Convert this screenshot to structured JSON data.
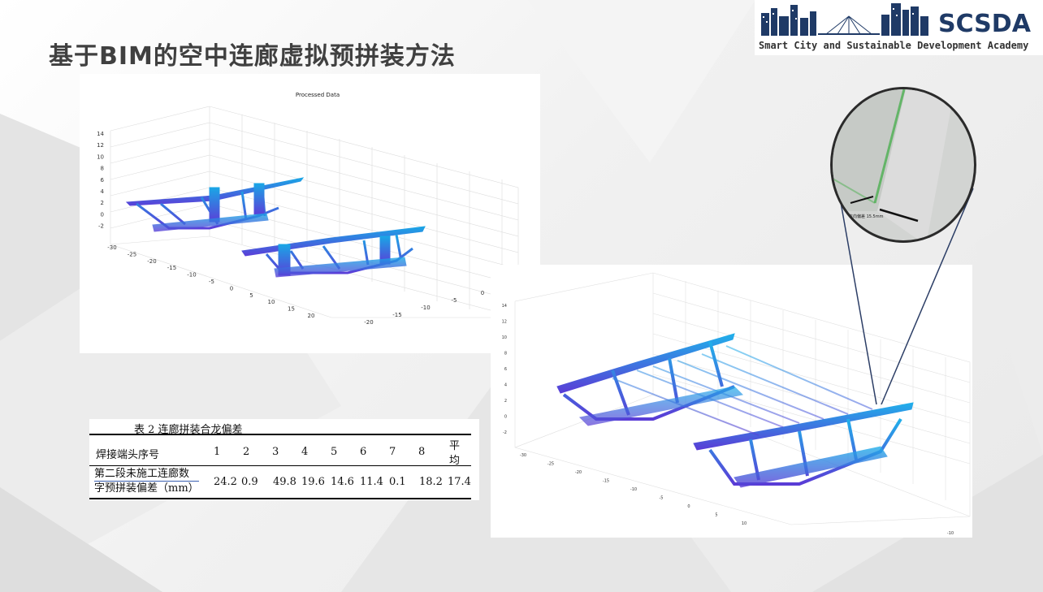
{
  "slide": {
    "title": "基于BIM的空中连廊虚拟预拼装方法"
  },
  "logo": {
    "name": "SCSDA",
    "subtitle": "Smart City and Sustainable Development Academy"
  },
  "plot1": {
    "title": "Processed Data",
    "z_ticks": [
      "14",
      "12",
      "10",
      "8",
      "6",
      "4",
      "2",
      "0",
      "-2"
    ],
    "y_ticks": [
      "-30",
      "-25",
      "-20",
      "-15",
      "-10",
      "-5",
      "0",
      "5",
      "10",
      "15",
      "20"
    ],
    "x_ticks": [
      "-20",
      "-15",
      "-10",
      "-5",
      "0"
    ]
  },
  "plot2": {
    "z_ticks": [
      "14",
      "12",
      "10",
      "8",
      "6",
      "4",
      "2",
      "0",
      "-2"
    ],
    "y_ticks": [
      "-30",
      "-25",
      "-20",
      "-15",
      "-10",
      "-5",
      "0",
      "5",
      "10"
    ],
    "x_ticks": [
      "-10"
    ]
  },
  "magnifier": {
    "measure_label": "方向偏差 15.5mm"
  },
  "table": {
    "caption": "表 2   连廊拼装合龙偏差",
    "header_label": "焊接端头序号",
    "columns": [
      "1",
      "2",
      "3",
      "4",
      "5",
      "6",
      "7",
      "8"
    ],
    "avg_line1": "平",
    "avg_line2": "均",
    "row_label_line1": "第二段未施工连廊数",
    "row_label_line2": "字预拼装偏差（mm）",
    "values": [
      "24.2",
      "0.9",
      "49.8",
      "19.6",
      "14.6",
      "11.4",
      "0.1",
      "18.2",
      "17.4"
    ]
  },
  "colors": {
    "title": "#404040",
    "logo_blue": "#1f3a66",
    "point_cloud_top": "#1aa6e6",
    "point_cloud_bottom": "#5a3fd8"
  }
}
